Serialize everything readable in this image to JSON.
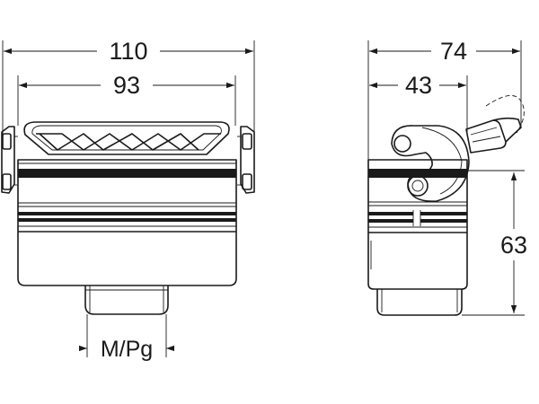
{
  "front_view": {
    "overall_width_label": "110",
    "inner_width_label": "93",
    "thread_label": "M/Pg"
  },
  "side_view": {
    "overall_depth_label": "74",
    "pivot_offset_label": "43",
    "height_label": "63"
  }
}
